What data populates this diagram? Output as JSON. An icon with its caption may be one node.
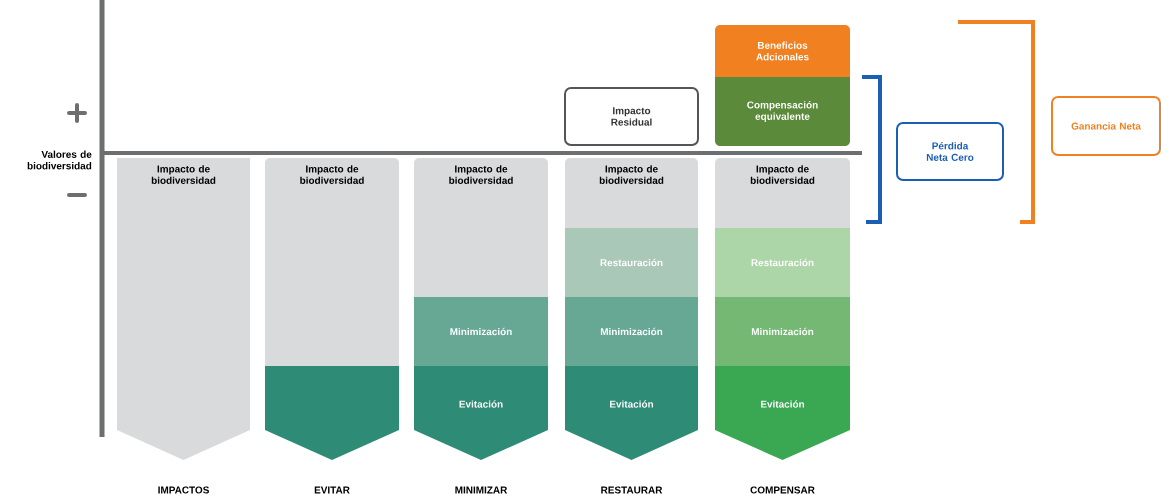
{
  "diagram": {
    "nodes": [
      {
        "text": [
          "Impacto de biodiversidad"
        ]
      },
      {
        "text": [
          "Impacto de biodiversidad"
        ]
      },
      {
        "text": [],
        "shape": "bar"
      },
      {
        "text": [
          "Impacto de biodiversidad"
        ]
      },
      {
        "text": [
          "Minimización"
        ]
      },
      {
        "text": [
          "Evitación"
        ]
      },
      {
        "text": [
          "Impacto Residual"
        ]
      },
      {
        "text": [
          "Impacto de biodiversidad"
        ]
      },
      {
        "text": [
          "Restauración"
        ]
      },
      {
        "text": [
          "Minimización"
        ]
      },
      {
        "text": [
          "Evitación"
        ]
      },
      {
        "text": [
          "Beneficios Adcionales"
        ]
      },
      {
        "text": [
          "Compensación equivalente"
        ]
      },
      {
        "text": [
          "Impacto de biodiversidad"
        ]
      },
      {
        "text": [
          "Restauración"
        ]
      },
      {
        "text": [
          "Minimización"
        ]
      },
      {
        "text": [
          "Evitación"
        ]
      },
      {
        "text": [
          "Pérdida Neta Cero"
        ]
      },
      {
        "text": [
          "Ganancia Neta"
        ]
      }
    ],
    "labels": [
      "Valores de biodiversidad",
      "IMPACTOS",
      "EVITAR",
      "MINIMIZAR",
      "RESTAURAR",
      "COMPENSAR"
    ]
  }
}
